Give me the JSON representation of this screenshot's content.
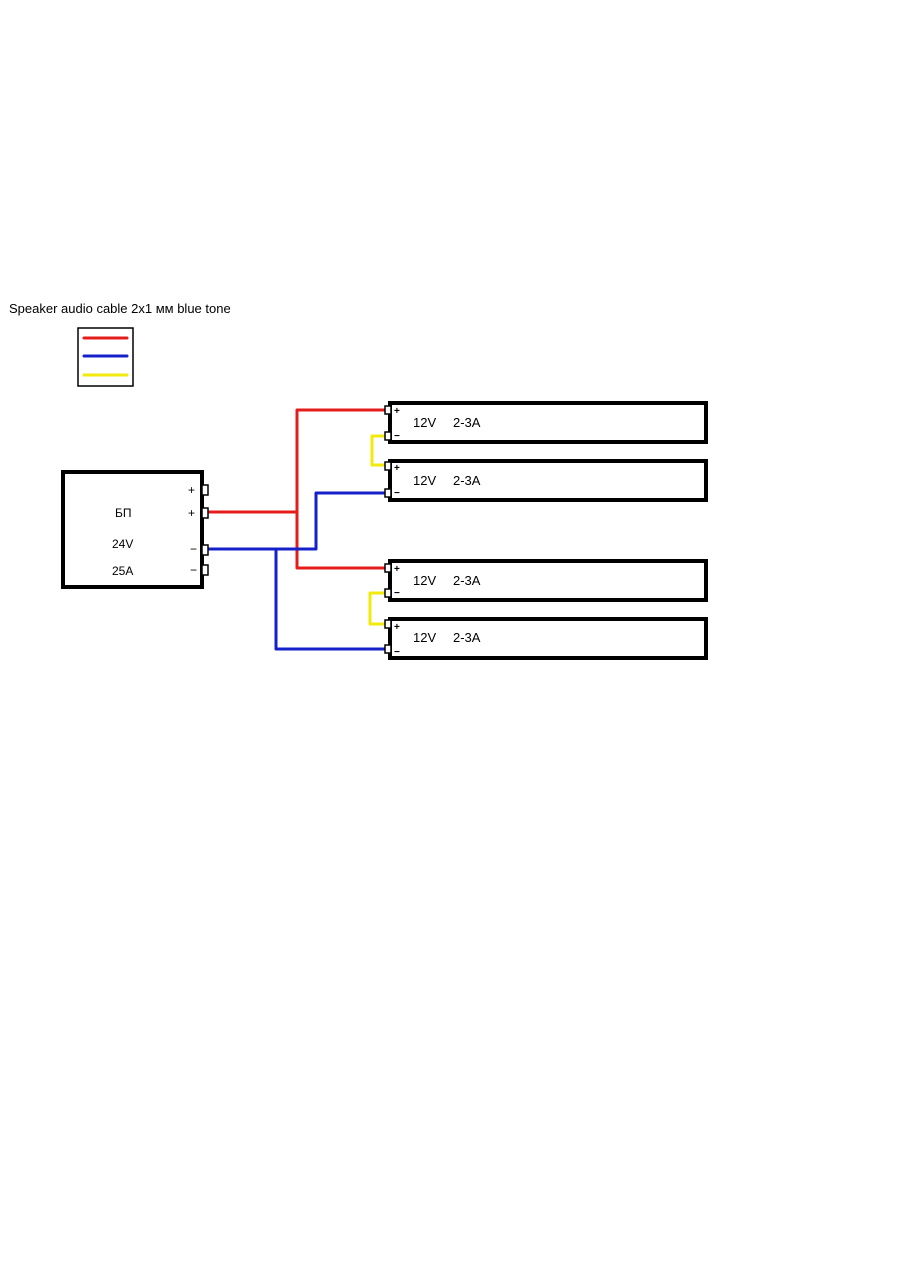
{
  "title": "Speaker audio cable 2x1 мм blue tone",
  "colors": {
    "positive": "#e51c1c",
    "negative": "#1520c8",
    "bridge": "#f2ea0d",
    "outline": "#000000"
  },
  "power_supply": {
    "name": "БП",
    "voltage": "24V",
    "current": "25A",
    "terminals": [
      "+",
      "+",
      "−",
      "−"
    ]
  },
  "strips": [
    {
      "voltage": "12V",
      "current": "2-3A",
      "plus": "+",
      "minus": "−"
    },
    {
      "voltage": "12V",
      "current": "2-3A",
      "plus": "+",
      "minus": "−"
    },
    {
      "voltage": "12V",
      "current": "2-3A",
      "plus": "+",
      "minus": "−"
    },
    {
      "voltage": "12V",
      "current": "2-3A",
      "plus": "+",
      "minus": "−"
    }
  ]
}
